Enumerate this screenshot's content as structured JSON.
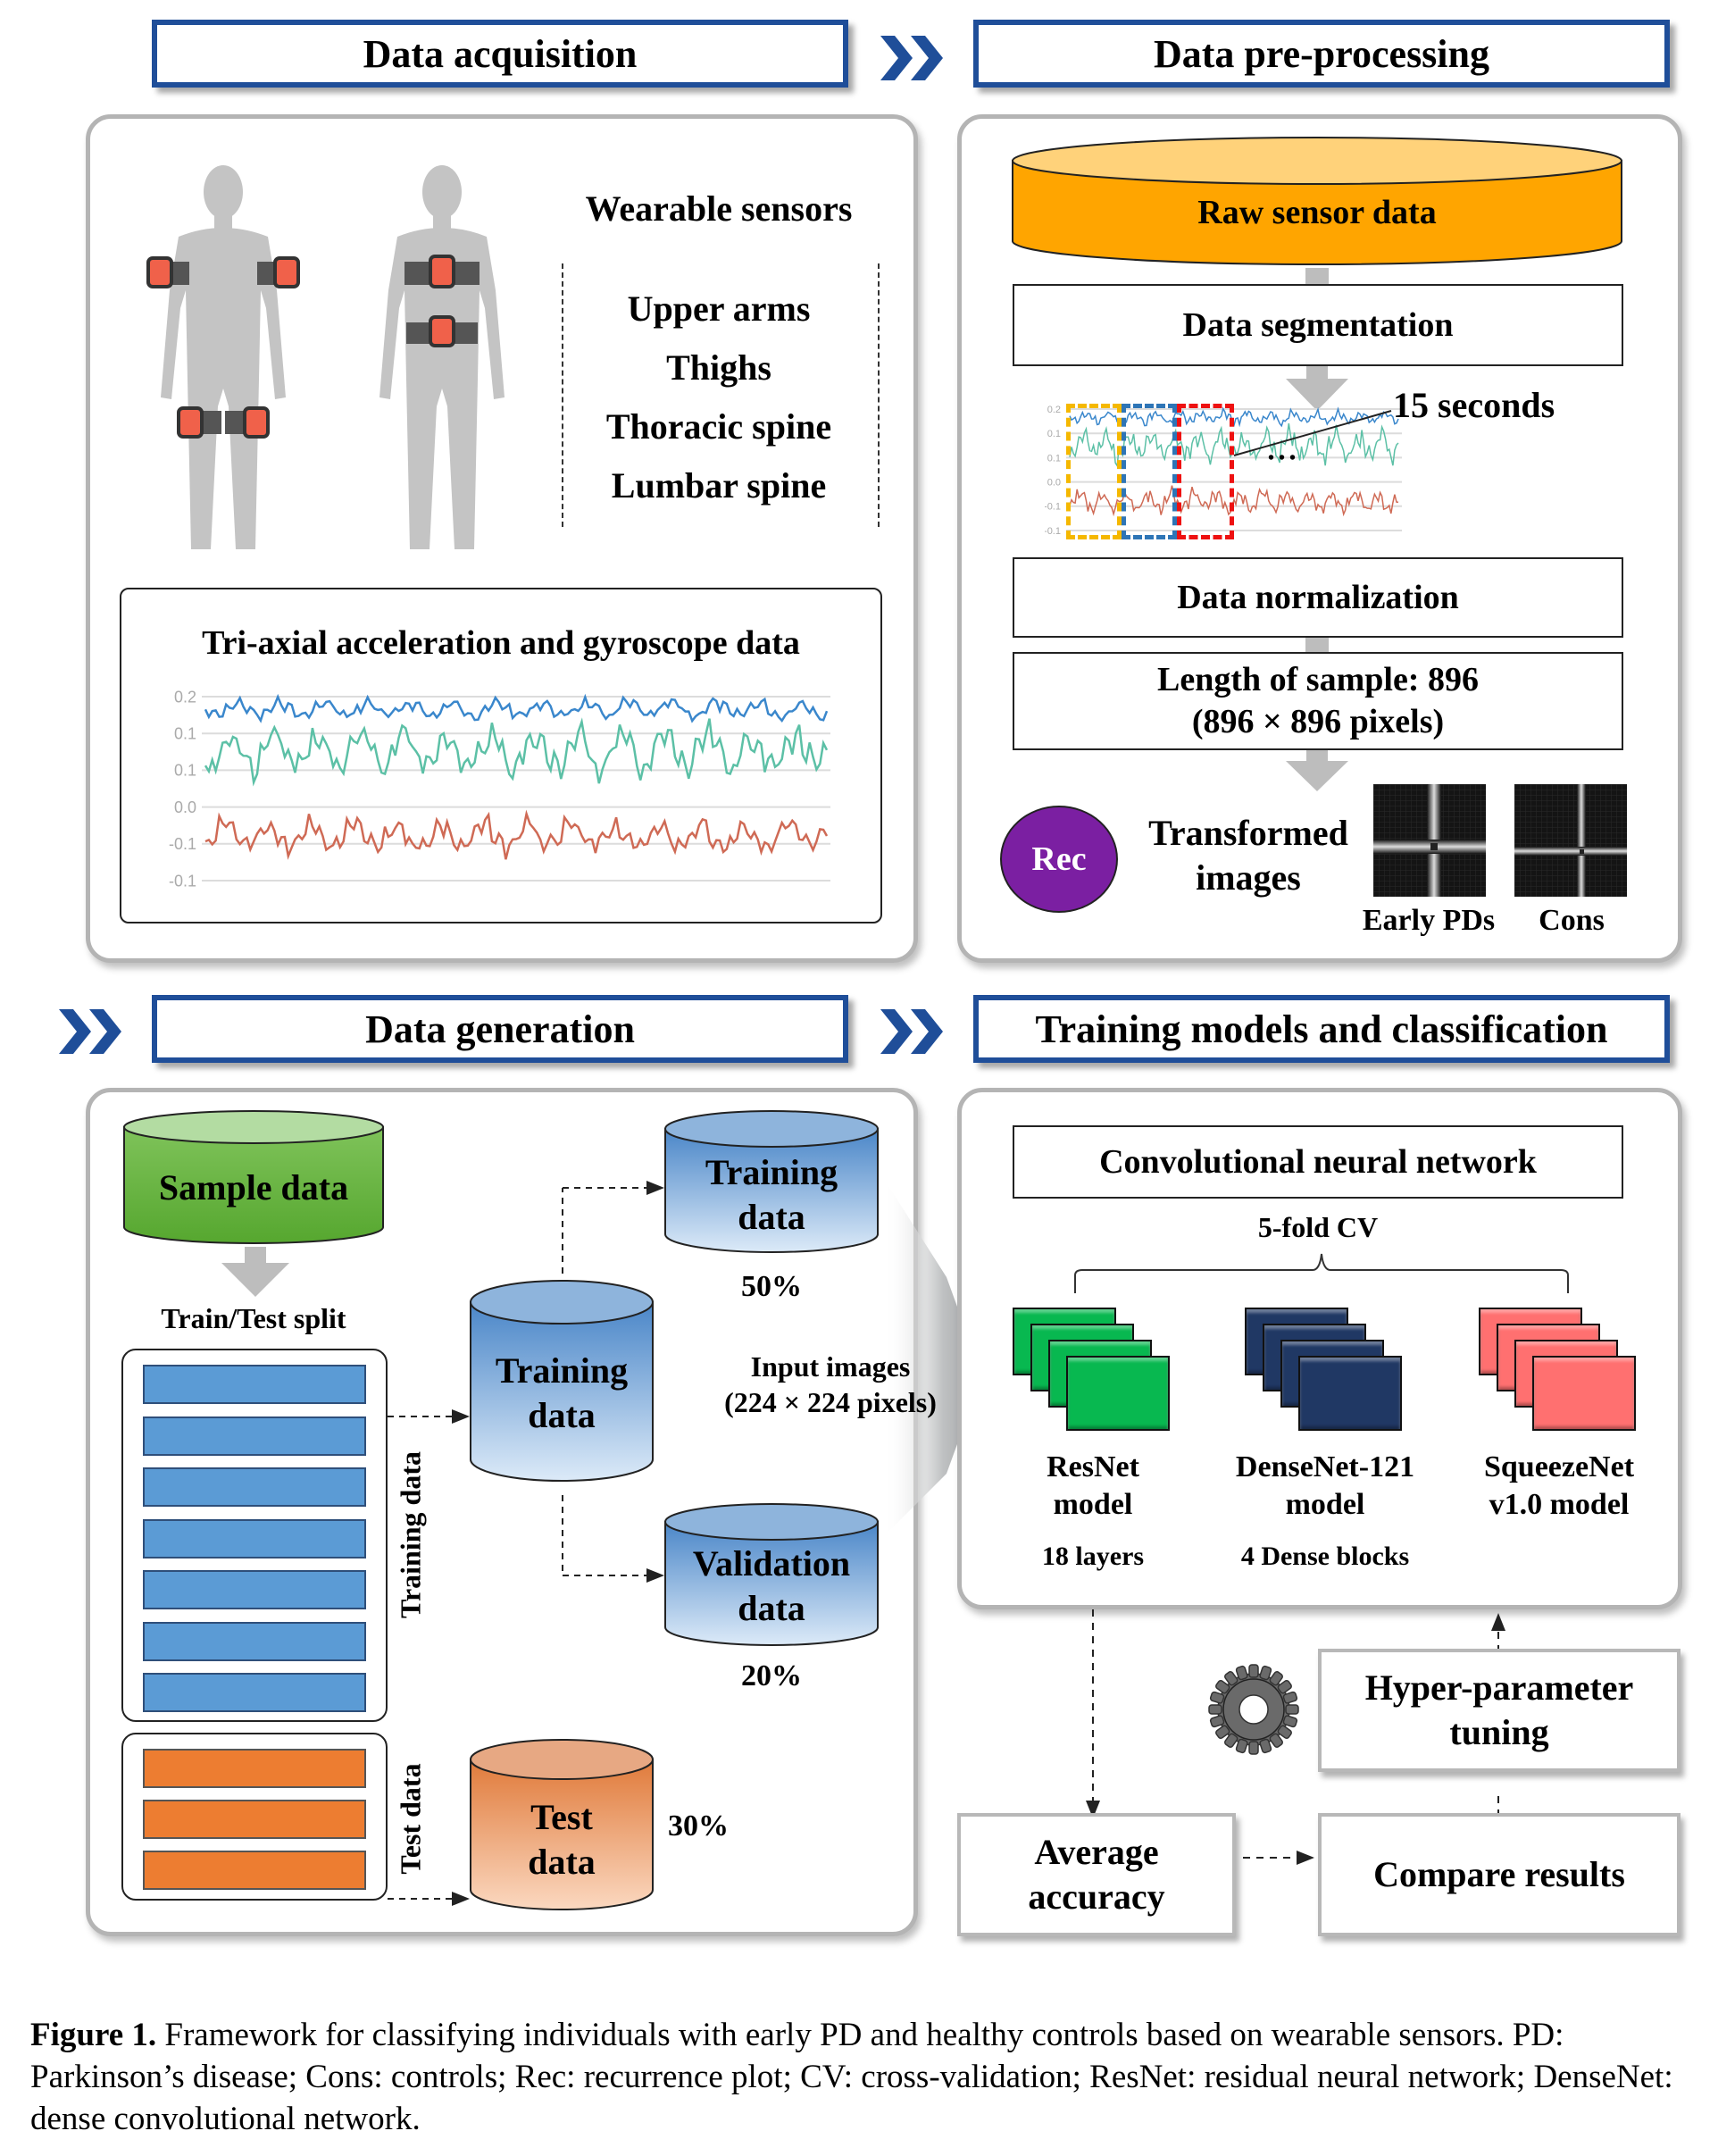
{
  "sections": {
    "acquisition": "Data acquisition",
    "preprocessing": "Data pre-processing",
    "generation": "Data generation",
    "training": "Training models and classification"
  },
  "acquisition": {
    "sensors_title": "Wearable sensors",
    "locations": [
      "Upper arms",
      "Thighs",
      "Thoracic spine",
      "Lumbar spine"
    ],
    "signal_title": "Tri-axial acceleration and gyroscope data",
    "y_ticks": [
      "0.2",
      "0.1",
      "0.1",
      "0.0",
      "-0.1",
      "-0.1"
    ],
    "series_colors": {
      "x": "#3a87cc",
      "y": "#5cc0a6",
      "z": "#cf6a55"
    },
    "sensor_color": "#f0614a",
    "body_color": "#c4c4c4"
  },
  "preprocessing": {
    "raw": "Raw sensor data",
    "raw_color": "#ffa500",
    "segmentation": "Data segmentation",
    "window_label": "15 seconds",
    "ellipsis": "• • •",
    "window_colors": [
      "#f5b800",
      "#2e75b6",
      "#ee1111"
    ],
    "normalization": "Data normalization",
    "length_line1": "Length of sample: 896",
    "length_line2": "(896 × 896 pixels)",
    "rec_label": "Rec",
    "rec_color": "#7b1fa2",
    "transformed_line1": "Transformed",
    "transformed_line2": "images",
    "image_labels": [
      "Early PDs",
      "Cons"
    ]
  },
  "generation": {
    "sample": "Sample data",
    "split": "Train/Test split",
    "training_side": "Training data",
    "test_side": "Test data",
    "training_cyl_line1": "Training",
    "training_cyl_line2": "data",
    "train_out_line1": "Training",
    "train_out_line2": "data",
    "train_pct": "50%",
    "val_line1": "Validation",
    "val_line2": "data",
    "val_pct": "20%",
    "test_line1": "Test",
    "test_line2": "data",
    "test_pct": "30%",
    "input_line1": "Input images",
    "input_line2": "(224 × 224 pixels)",
    "train_bar_count": 7,
    "test_bar_count": 3
  },
  "training": {
    "cnn": "Convolutional neural network",
    "cv": "5-fold CV",
    "models": [
      {
        "line1": "ResNet",
        "line2": "model",
        "detail": "18 layers",
        "color": "#08b850"
      },
      {
        "line1": "DenseNet-121",
        "line2": "model",
        "detail": "4 Dense blocks",
        "color": "#203864"
      },
      {
        "line1": "SqueezeNet",
        "line2": "v1.0 model",
        "detail": "",
        "color": "#ff7070"
      }
    ],
    "hyper_line1": "Hyper-parameter",
    "hyper_line2": "tuning",
    "avg_line1": "Average",
    "avg_line2": "accuracy",
    "compare": "Compare results"
  },
  "caption": {
    "label": "Figure 1.",
    "text": " Framework for classifying individuals with early PD and healthy controls based on wearable sensors. PD: Parkinson’s disease; Cons: controls; Rec: recurrence plot; CV: cross-validation; ResNet: residual neural network; DenseNet: dense convolutional network."
  }
}
